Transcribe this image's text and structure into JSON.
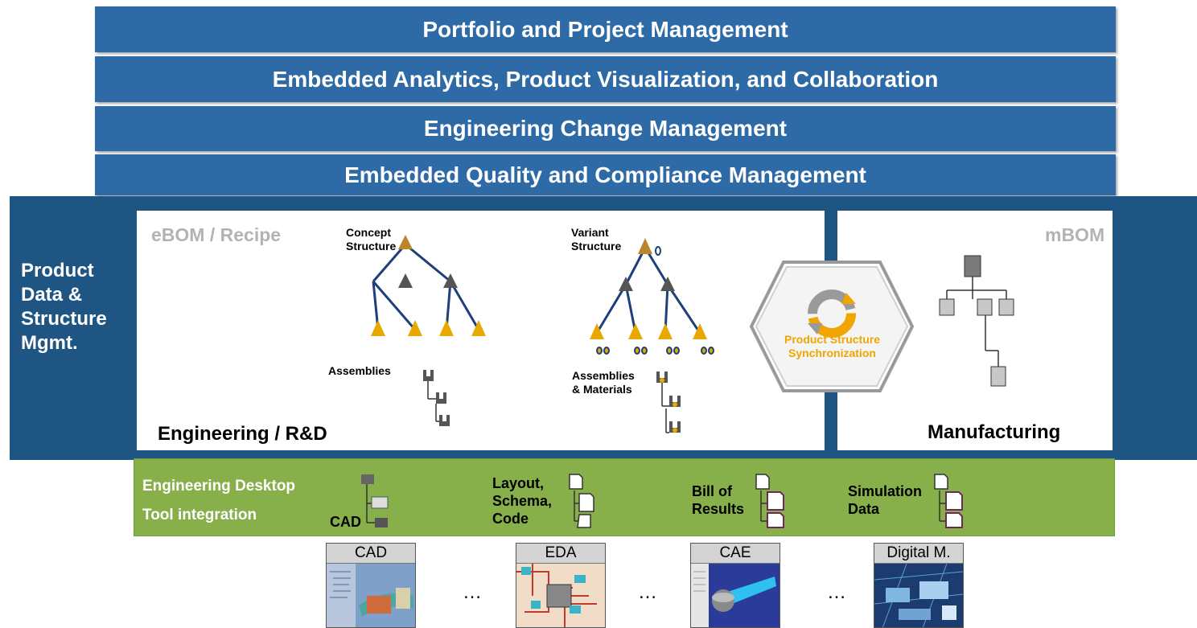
{
  "bands": [
    "Portfolio and Project Management",
    "Embedded Analytics, Product Visualization, and Collaboration",
    "Engineering Change Management",
    "Embedded Quality and Compliance Management"
  ],
  "pdsm": {
    "label_lines": [
      "Product",
      "Data &",
      "Structure",
      "Mgmt."
    ],
    "ebom_title": "eBOM / Recipe",
    "concept_structure": [
      "Concept",
      "Structure"
    ],
    "variant_structure": [
      "Variant",
      "Structure"
    ],
    "assemblies": "Assemblies",
    "assemblies_materials": [
      "Assemblies",
      "& Materials"
    ],
    "engineering_label": "Engineering / R&D",
    "sync_label": [
      "Product Structure",
      "Synchronization"
    ],
    "mbom_title": "mBOM",
    "manufacturing_label": "Manufacturing"
  },
  "integration": {
    "title_line1": "Engineering Desktop",
    "title_line2": "Tool integration",
    "cad": "CAD",
    "layout": [
      "Layout,",
      "Schema,",
      "Code"
    ],
    "bill": [
      "Bill of",
      "Results"
    ],
    "simulation": [
      "Simulation",
      "Data"
    ]
  },
  "tools": [
    "CAD",
    "EDA",
    "CAE",
    "Digital M."
  ],
  "ellipsis": "…",
  "colors": {
    "band_blue": "#2e6aa6",
    "dark_blue": "#1f5583",
    "green": "#87b04a",
    "gold": "#e8a800",
    "sync_text": "#f0a500"
  }
}
